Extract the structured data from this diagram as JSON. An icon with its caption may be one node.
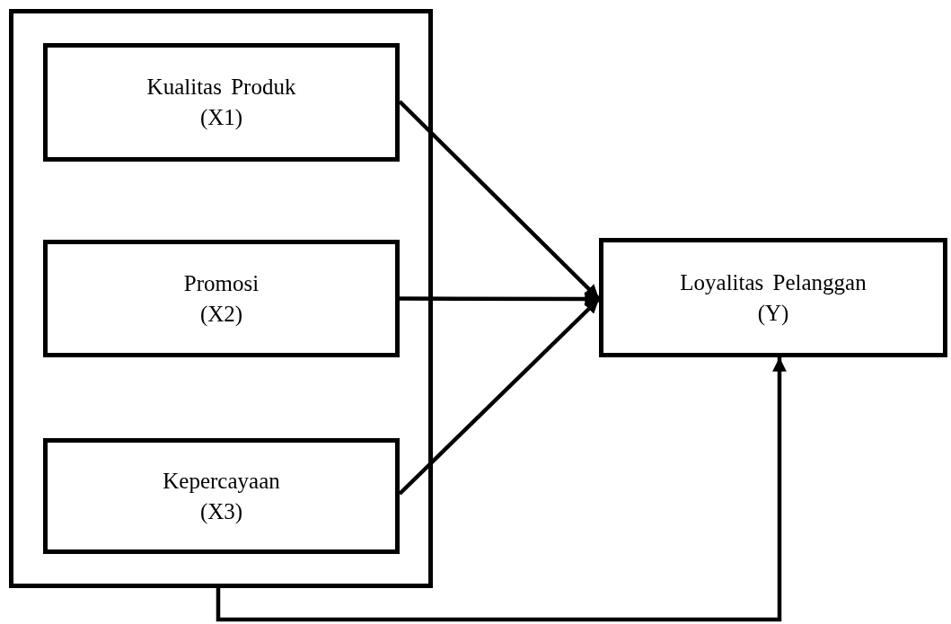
{
  "diagram": {
    "nodes": [
      {
        "text": [],
        "shape": "box"
      },
      {
        "text": [
          "Kualitas Produk",
          "(X1)"
        ],
        "in": 0
      },
      {
        "text": [
          "Promosi",
          "(X2)"
        ],
        "in": 0
      },
      {
        "text": [
          "Kepercayaan",
          "(X3)"
        ],
        "in": 0
      },
      {
        "text": [
          "Loyalitas Pelanggan",
          "(Y)"
        ]
      }
    ],
    "edges": [
      {
        "from": 1,
        "to": 4,
        "arrow": "to"
      },
      {
        "from": 2,
        "to": 4,
        "arrow": "to"
      },
      {
        "from": 3,
        "to": 4,
        "arrow": "to"
      },
      {
        "from": 0,
        "to": 4,
        "arrow": "to"
      }
    ]
  }
}
